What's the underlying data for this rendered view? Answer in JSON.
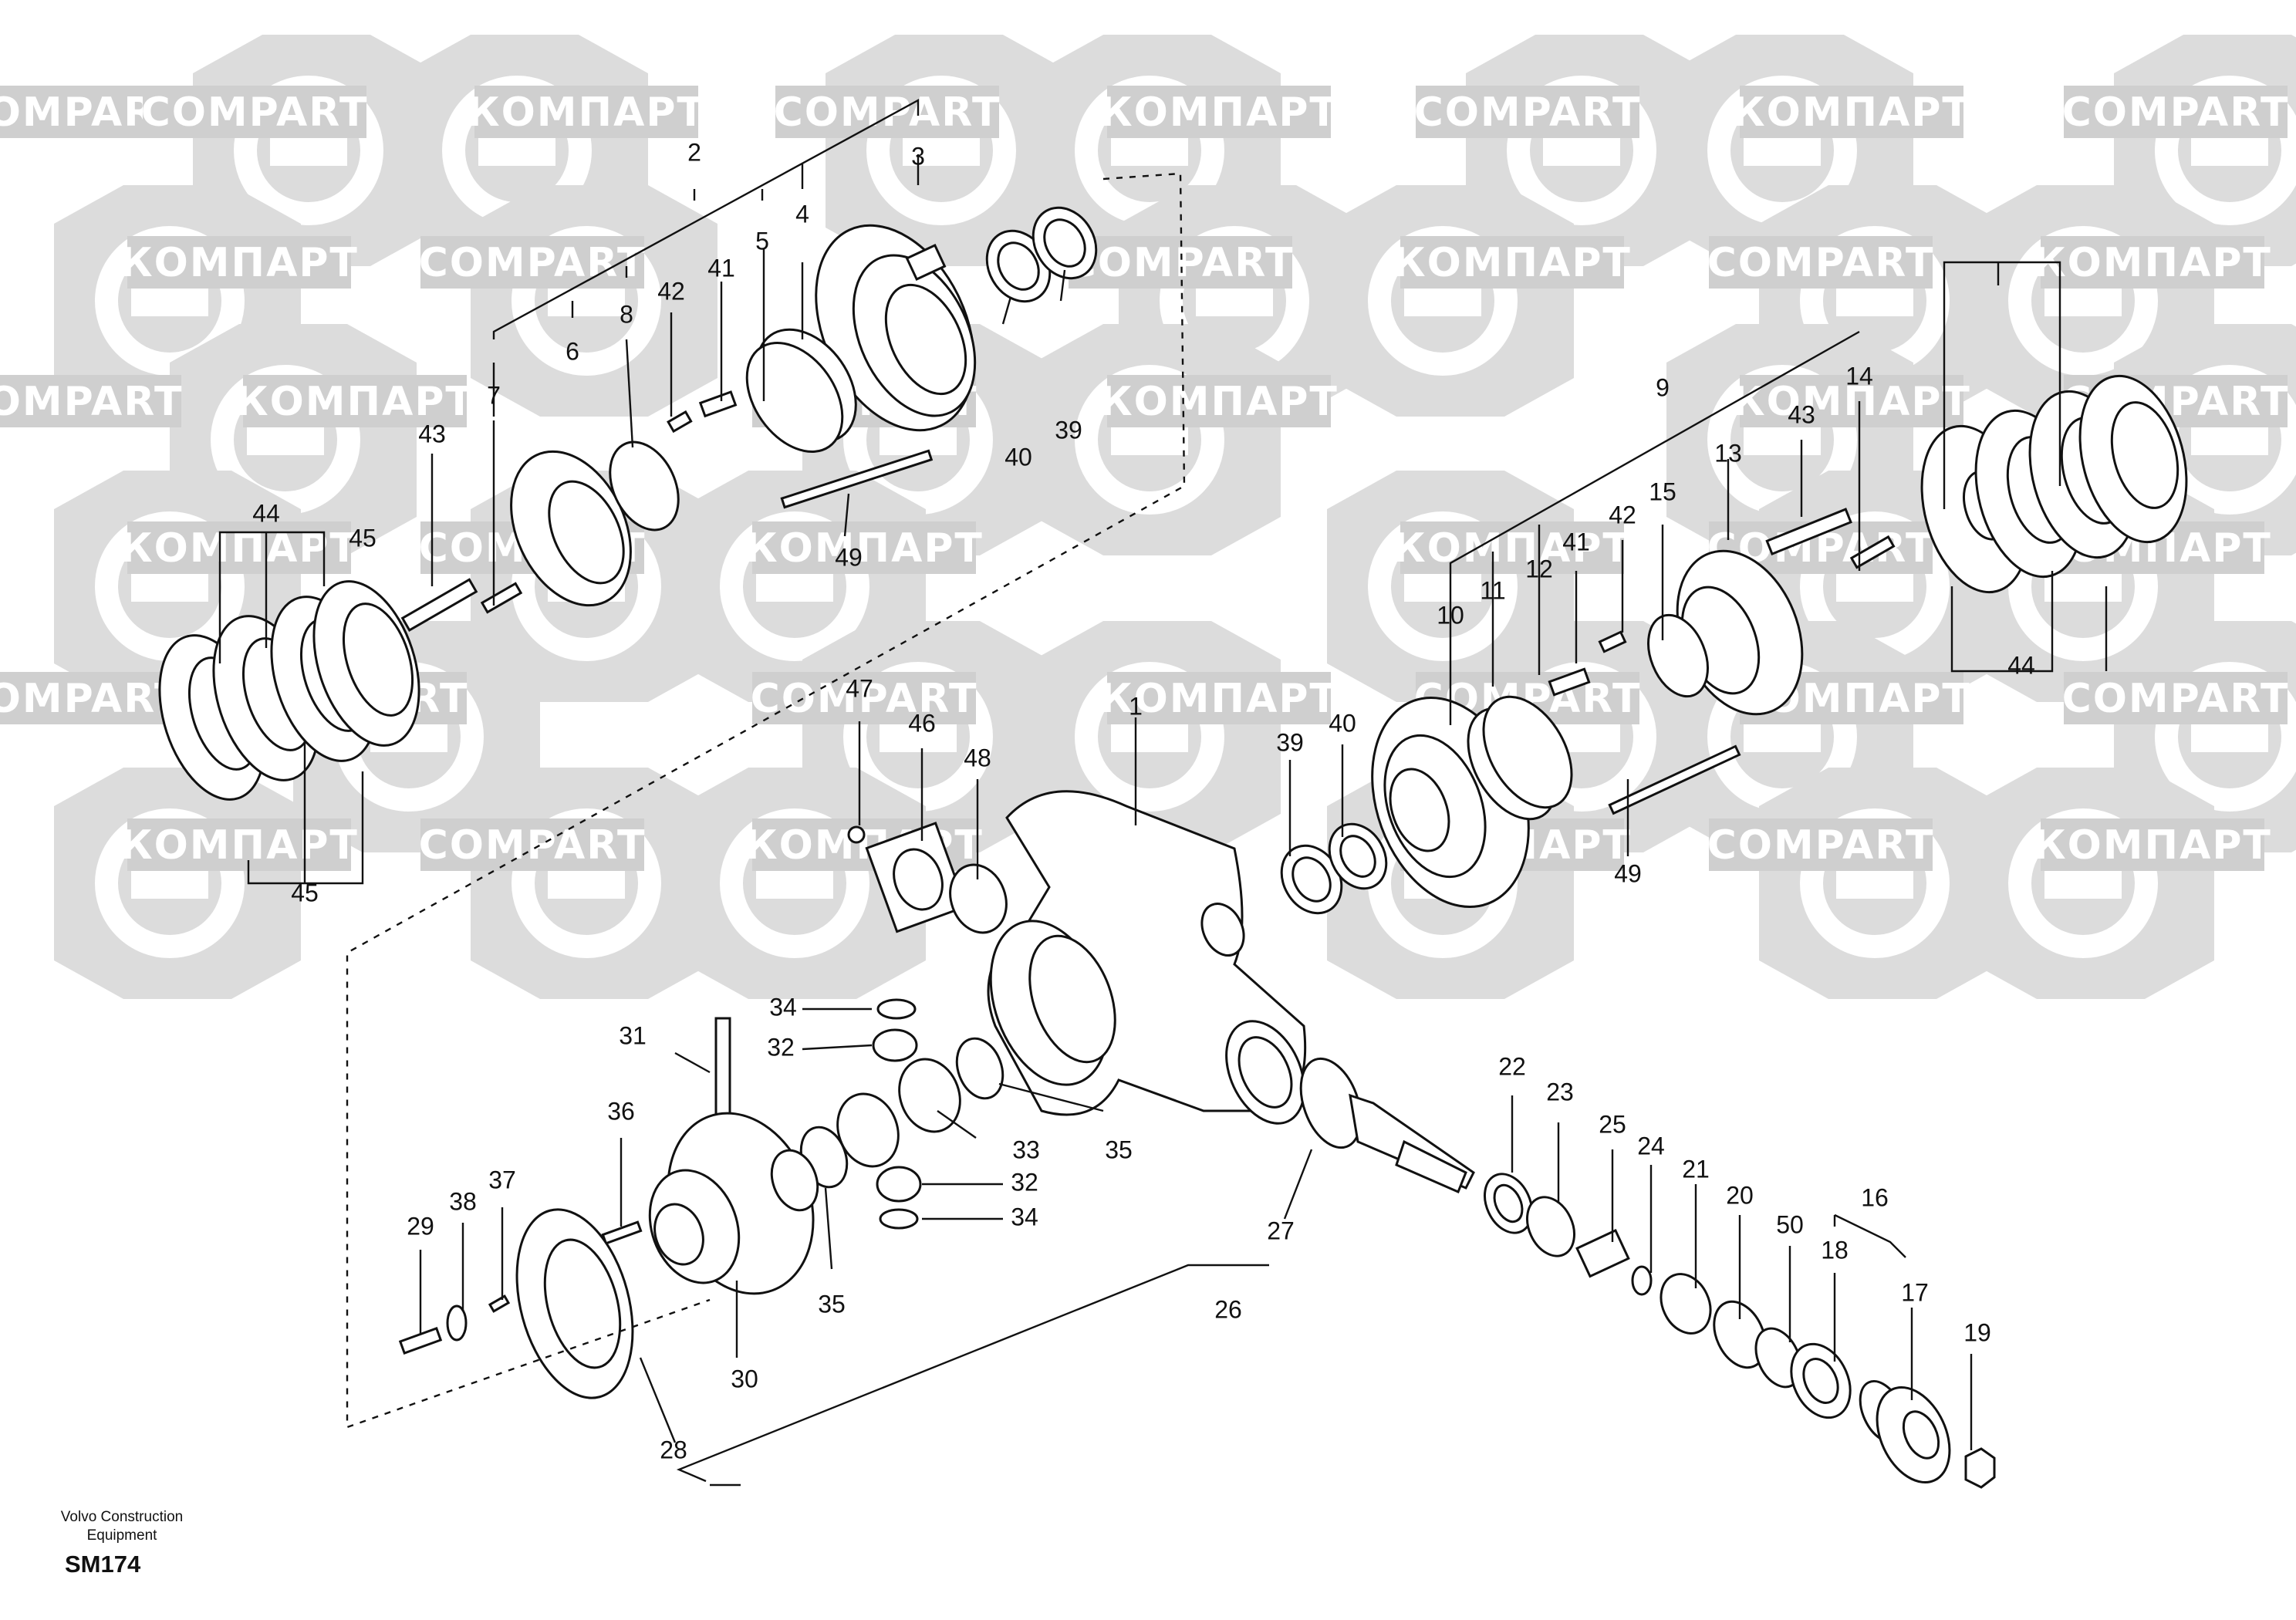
{
  "watermark": {
    "brand_latin": "COMPART",
    "brand_cyrillic": "КОМПАРТ",
    "hex_color": "#dcdcdc",
    "band_color": "#cfcfcf"
  },
  "footer": {
    "company_line1": "Volvo Construction",
    "company_line2": "Equipment",
    "drawing_code": "SM174"
  },
  "callouts": [
    {
      "id": "2",
      "label": "2"
    },
    {
      "id": "3",
      "label": "3"
    },
    {
      "id": "4",
      "label": "4"
    },
    {
      "id": "5",
      "label": "5"
    },
    {
      "id": "41a",
      "label": "41"
    },
    {
      "id": "42a",
      "label": "42"
    },
    {
      "id": "8",
      "label": "8"
    },
    {
      "id": "6",
      "label": "6"
    },
    {
      "id": "7",
      "label": "7"
    },
    {
      "id": "40a",
      "label": "40"
    },
    {
      "id": "39a",
      "label": "39"
    },
    {
      "id": "43a",
      "label": "43"
    },
    {
      "id": "49a",
      "label": "49"
    },
    {
      "id": "44a",
      "label": "44"
    },
    {
      "id": "45a",
      "label": "45"
    },
    {
      "id": "45b",
      "label": "45"
    },
    {
      "id": "9",
      "label": "9"
    },
    {
      "id": "14",
      "label": "14"
    },
    {
      "id": "43b",
      "label": "43"
    },
    {
      "id": "13",
      "label": "13"
    },
    {
      "id": "15",
      "label": "15"
    },
    {
      "id": "42b",
      "label": "42"
    },
    {
      "id": "41b",
      "label": "41"
    },
    {
      "id": "12",
      "label": "12"
    },
    {
      "id": "11",
      "label": "11"
    },
    {
      "id": "10",
      "label": "10"
    },
    {
      "id": "44b",
      "label": "44"
    },
    {
      "id": "47",
      "label": "47"
    },
    {
      "id": "46",
      "label": "46"
    },
    {
      "id": "48",
      "label": "48"
    },
    {
      "id": "1",
      "label": "1"
    },
    {
      "id": "39b",
      "label": "39"
    },
    {
      "id": "40b",
      "label": "40"
    },
    {
      "id": "49b",
      "label": "49"
    },
    {
      "id": "34a",
      "label": "34"
    },
    {
      "id": "32a",
      "label": "32"
    },
    {
      "id": "31",
      "label": "31"
    },
    {
      "id": "33",
      "label": "33"
    },
    {
      "id": "35a",
      "label": "35"
    },
    {
      "id": "32b",
      "label": "32"
    },
    {
      "id": "34b",
      "label": "34"
    },
    {
      "id": "36",
      "label": "36"
    },
    {
      "id": "37",
      "label": "37"
    },
    {
      "id": "38",
      "label": "38"
    },
    {
      "id": "29",
      "label": "29"
    },
    {
      "id": "35b",
      "label": "35"
    },
    {
      "id": "30",
      "label": "30"
    },
    {
      "id": "27",
      "label": "27"
    },
    {
      "id": "26",
      "label": "26"
    },
    {
      "id": "28",
      "label": "28"
    },
    {
      "id": "22",
      "label": "22"
    },
    {
      "id": "23",
      "label": "23"
    },
    {
      "id": "25",
      "label": "25"
    },
    {
      "id": "24",
      "label": "24"
    },
    {
      "id": "21",
      "label": "21"
    },
    {
      "id": "20",
      "label": "20"
    },
    {
      "id": "50",
      "label": "50"
    },
    {
      "id": "16",
      "label": "16"
    },
    {
      "id": "18",
      "label": "18"
    },
    {
      "id": "17",
      "label": "17"
    },
    {
      "id": "19",
      "label": "19"
    }
  ]
}
